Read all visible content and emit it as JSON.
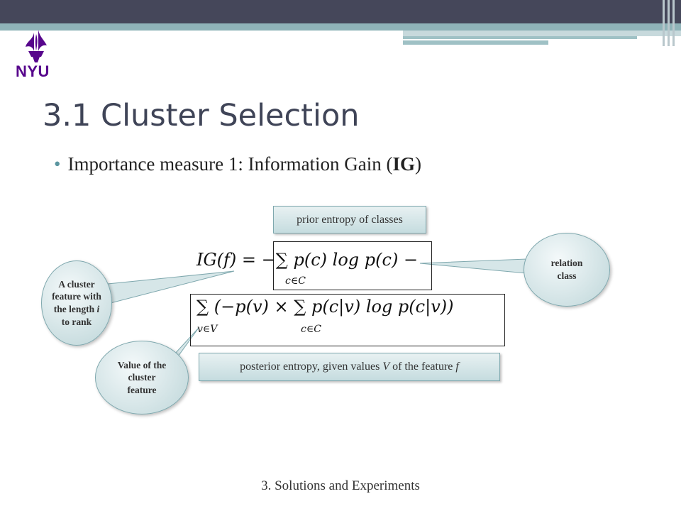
{
  "logo": {
    "text": "NYU",
    "color": "#57068c"
  },
  "slide": {
    "title": "3.1 Cluster Selection",
    "bullet": {
      "prefix": "Importance measure 1: Information Gain (",
      "bold": "IG",
      "suffix": ")"
    }
  },
  "callouts": {
    "prior": "prior entropy of classes",
    "posterior_pre": "posterior entropy, given values ",
    "posterior_v": "V",
    "posterior_mid": " of the feature ",
    "posterior_f": "f",
    "relation": "relation class",
    "cluster_pre": "A cluster feature with the length ",
    "cluster_i": "i",
    "cluster_post": " to rank",
    "value": "Value of the cluster feature"
  },
  "formula": {
    "line1": "IG(f) = −∑ p(c) log p(c) −",
    "line1_sub": "c∈C",
    "line2": "∑ (−p(v) × ∑ p(c|v) log p(c|v))",
    "line2_sub1": "v∈V",
    "line2_sub2": "c∈C"
  },
  "footer": "3. Solutions and Experiments",
  "colors": {
    "topbar": "#45475a",
    "accent": "#8fb3b8",
    "title": "#3f4457"
  }
}
